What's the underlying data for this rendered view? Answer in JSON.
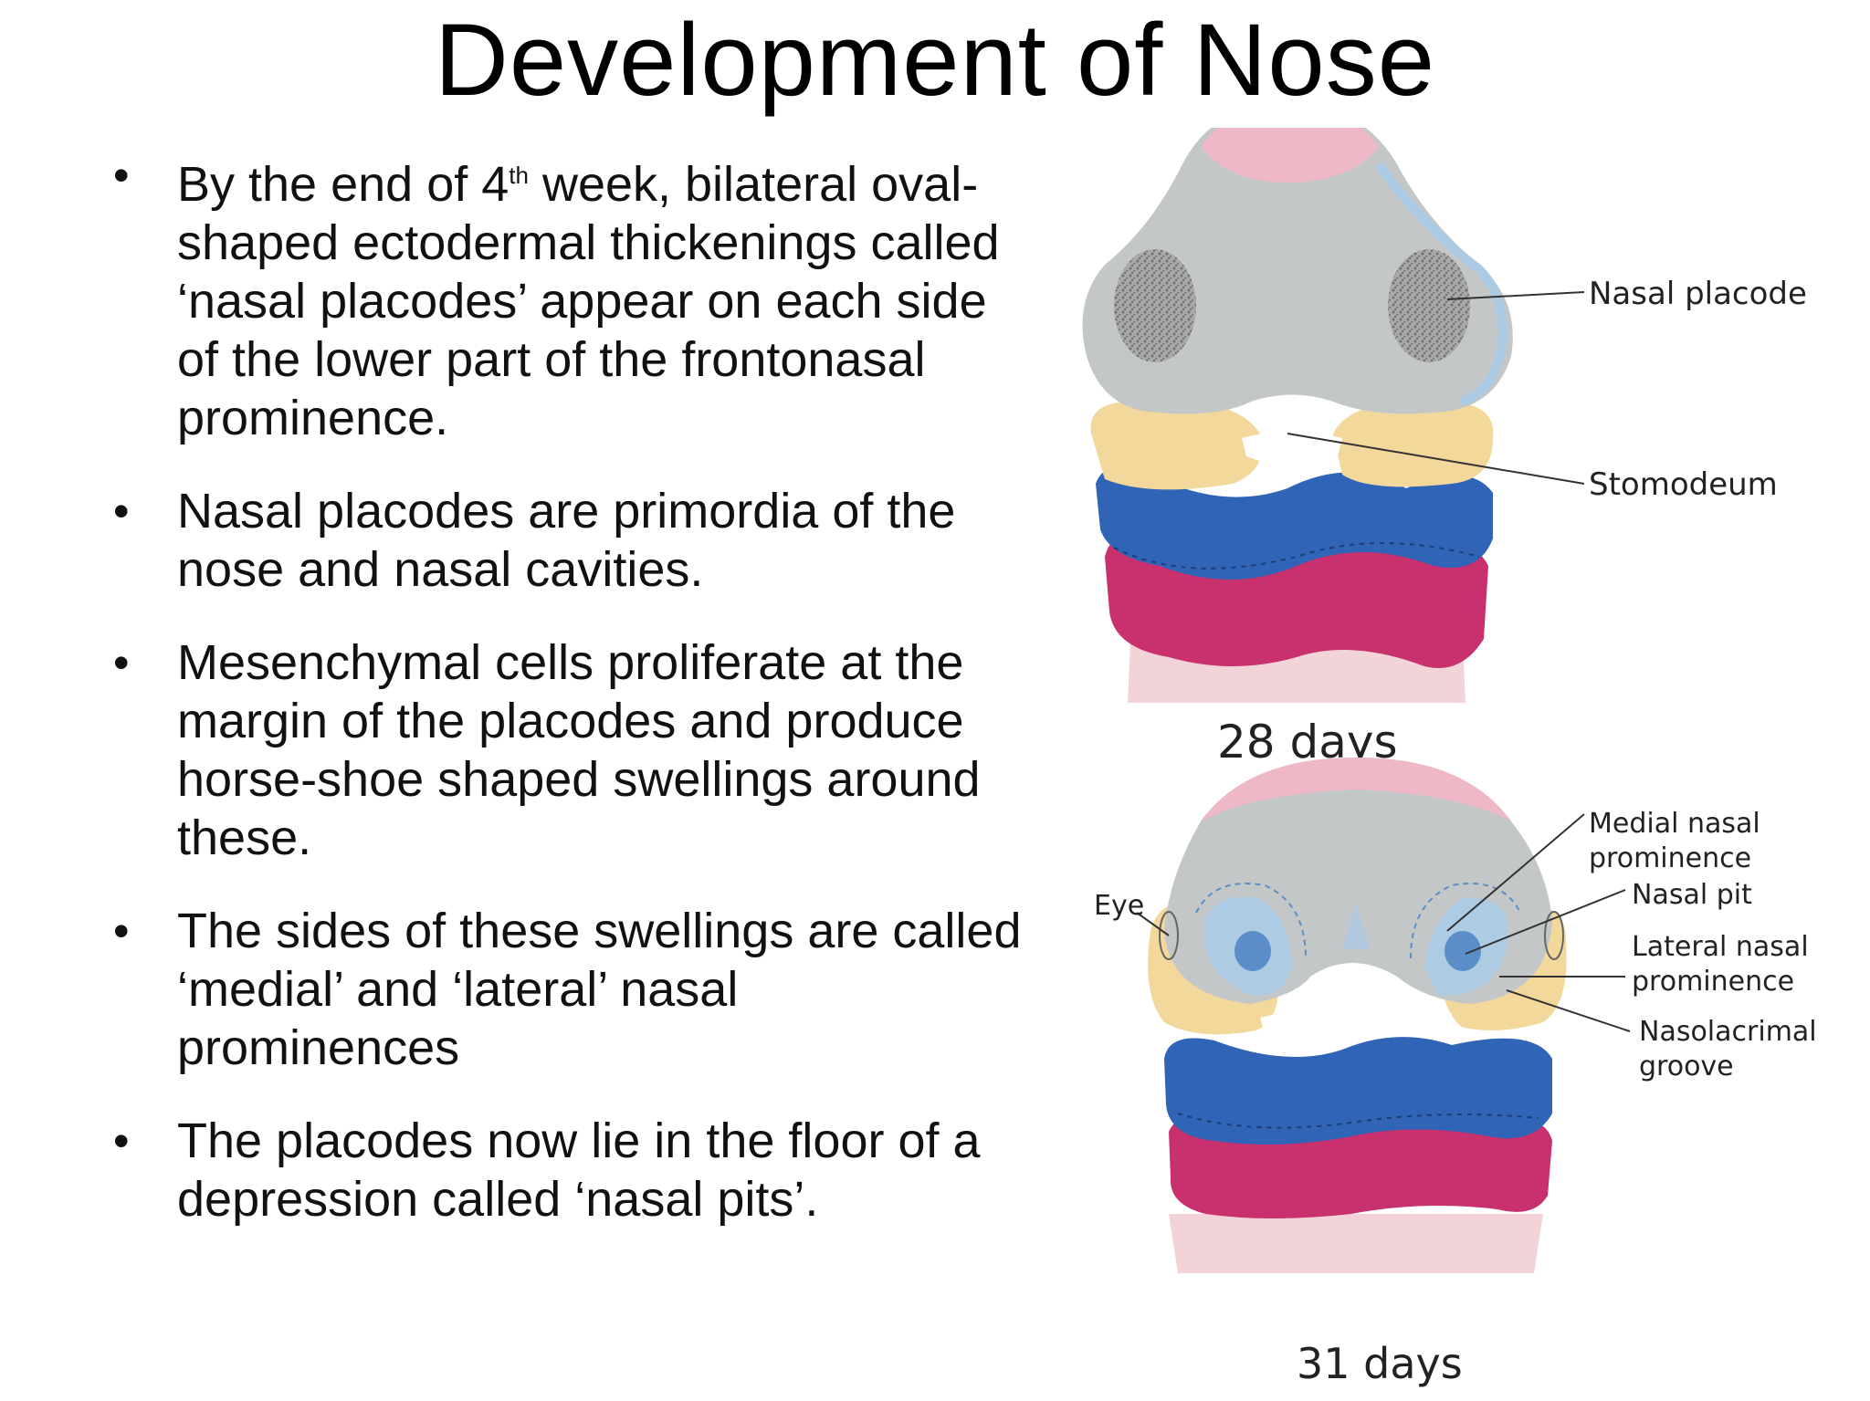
{
  "slide": {
    "title": "Development of Nose",
    "bullets": [
      {
        "pre": "By the end of 4",
        "sup": "th",
        "post": " week, bilateral oval-shaped ectodermal thickenings called ‘nasal placodes’ appear on each side of the lower part of the frontonasal prominence."
      },
      {
        "text": "Nasal placodes are primordia of the nose and nasal cavities."
      },
      {
        "text": "Mesenchymal cells proliferate at the margin of the placodes and produce horse-shoe shaped swellings around these."
      },
      {
        "text": "The sides of these swellings are called ‘medial’ and ‘lateral’ nasal prominences"
      },
      {
        "text": "The placodes now lie in the floor of a depression called ‘nasal pits’."
      }
    ]
  },
  "figure": {
    "top_diagram": {
      "caption": "28 days",
      "labels": {
        "nasal_placode": "Nasal placode",
        "stomodeum": "Stomodeum"
      }
    },
    "bottom_diagram": {
      "caption": "31 days",
      "labels": {
        "eye": "Eye",
        "medial_nasal_1": "Medial nasal",
        "medial_nasal_2": "prominence",
        "nasal_pit": "Nasal pit",
        "lateral_nasal_1": "Lateral nasal",
        "lateral_nasal_2": "prominence",
        "nasolacrimal_1": "Nasolacrimal",
        "nasolacrimal_2": "groove"
      }
    },
    "colors": {
      "frontonasal_gray": "#c3c7c8",
      "forehead_pink": "#eeb8c6",
      "maxillary_yellow": "#f3d89c",
      "mandibular_blue": "#2f64b6",
      "second_arch_magenta": "#c8306e",
      "neck_pink": "#f2d3d7",
      "placode_speckle": "#8c8c8c",
      "highlight_blue": "#a9cbe8"
    }
  }
}
